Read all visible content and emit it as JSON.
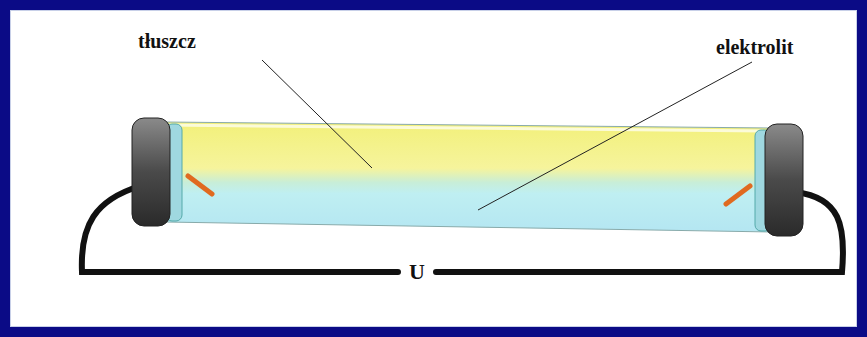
{
  "diagram": {
    "labels": [
      "tłuszcz",
      "elektrolit",
      "U"
    ]
  }
}
